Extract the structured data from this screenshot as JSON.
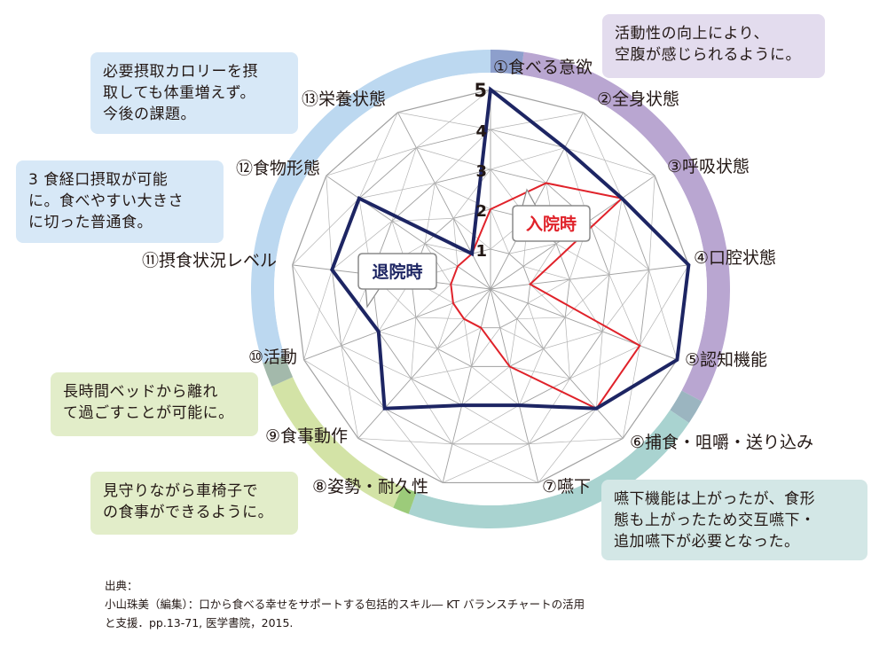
{
  "chart_data": {
    "type": "radar",
    "axes": [
      "①食べる意欲",
      "②全身状態",
      "③呼吸状態",
      "④口腔状態",
      "⑤認知機能",
      "⑥捕食・咀嚼・送り込み",
      "⑦嚥下",
      "⑧姿勢・耐久性",
      "⑨食事動作",
      "⑩活動",
      "⑪摂食状況レベル",
      "⑫食物形態",
      "⑬栄養状態"
    ],
    "rlim": [
      0,
      5
    ],
    "ticks": [
      "1",
      "2",
      "3",
      "4",
      "5"
    ],
    "series": [
      {
        "name": "入院時",
        "color": "#e0222a",
        "values": [
          2,
          3,
          4,
          1,
          4,
          4,
          2,
          1,
          1,
          1,
          1,
          1,
          1
        ]
      },
      {
        "name": "退院時",
        "color": "#1d2563",
        "values": [
          5,
          4,
          4,
          5,
          5,
          4,
          3,
          3,
          4,
          3,
          4,
          4,
          1
        ]
      }
    ]
  },
  "callouts": {
    "top_right": "活動性の向上により、\n空腹が感じられるように。",
    "top_left": "必要摂取カロリーを摂\n取しても体重増えず。\n今後の課題。",
    "mid_left": "3 食経口摂取が可能\nに。食べやすい大きさ\nに切った普通食。",
    "left_activity": "長時間ベッドから離れ\nて過ごすことが可能に。",
    "bottom_left": "見守りながら車椅子で\nの食事ができるように。",
    "bottom_right": "嚥下機能は上がったが、食形\n態も上がったため交互嚥下・\n追加嚥下が必要となった。"
  },
  "source": "出典：\n小山珠美（編集）：口から食べる幸せをサポートする包括的スキル― KT バランスチャートの活用\nと支援．pp.13-71, 医学書院，2015.",
  "colors": {
    "ring_purple": "#b9a6d1",
    "ring_blue": "#bcd8f0",
    "ring_teal": "#a9d3d0",
    "ring_green": "#d3e3a6",
    "ring_boundary_1": "#8d9fcc",
    "ring_boundary_2": "#9bb5c0",
    "ring_boundary_3": "#a3b9ab",
    "ring_boundary_4": "#9ccb7a"
  }
}
